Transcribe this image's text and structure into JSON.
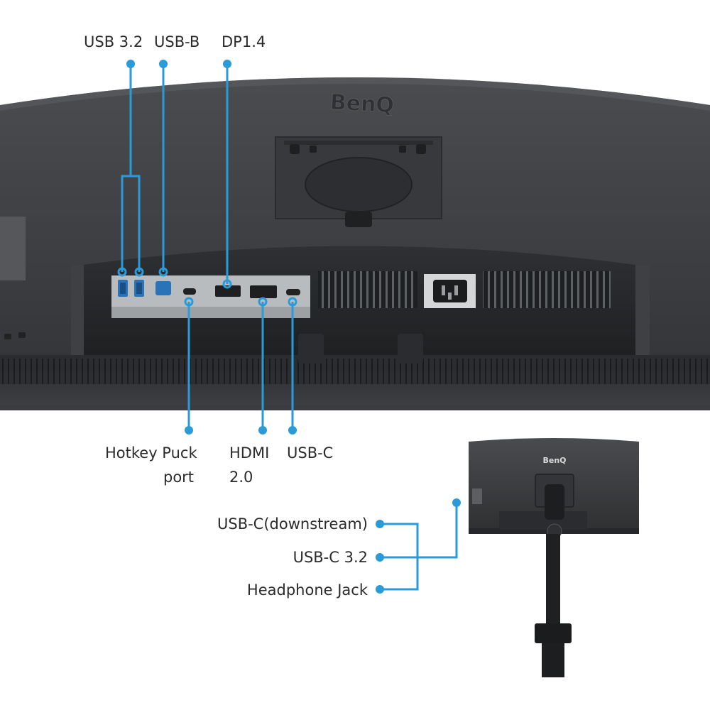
{
  "brand": {
    "main_logo": "BenQ",
    "small_logo": "BenQ"
  },
  "labels": {
    "usb32_top": "USB 3.2",
    "usb_b": "USB-B",
    "dp": "DP1.4",
    "hotkey_line1": "Hotkey Puck",
    "hotkey_line2": "port",
    "hdmi_line1": "HDMI",
    "hdmi_line2": "2.0",
    "usb_c": "USB-C",
    "usb_c_downstream": "USB-C(downstream)",
    "usb_c_32": "USB-C 3.2",
    "headphone": "Headphone Jack"
  },
  "colors": {
    "accent": "#2a9bd8",
    "monitor_body": "#3b3d40",
    "monitor_dark": "#232427",
    "port_panel": "#b9bcbf",
    "text": "#2b2b2b"
  }
}
